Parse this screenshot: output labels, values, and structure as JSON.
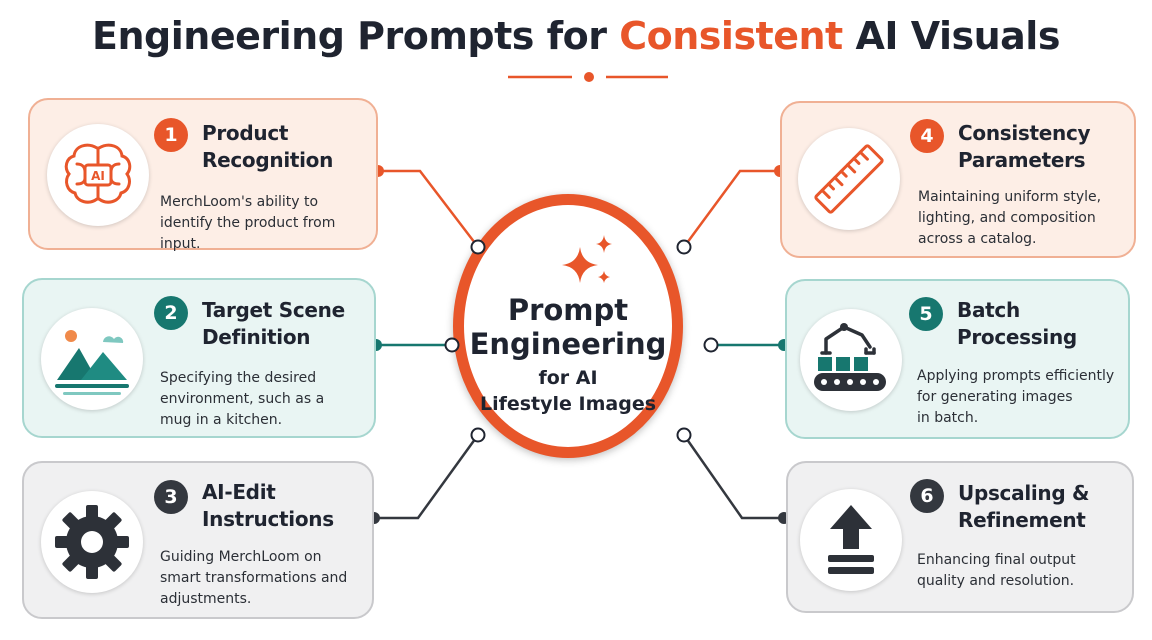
{
  "title": {
    "part1": "Engineering Prompts for ",
    "accent": "Consistent",
    "part2": " AI Visuals"
  },
  "center": {
    "line1": "Prompt",
    "line2": "Engineering",
    "line3": "for AI",
    "line4": "Lifestyle Images"
  },
  "cards": [
    {
      "number": "1",
      "title": [
        "Product",
        "Recognition"
      ],
      "icon": "ai-brain-icon",
      "desc": [
        "MerchLoom's ability to",
        "identify the product from input."
      ]
    },
    {
      "number": "2",
      "title": [
        "Target Scene",
        "Definition"
      ],
      "icon": "landscape-icon",
      "desc": [
        "Specifying the desired",
        "environment, such as a",
        "mug in a kitchen."
      ]
    },
    {
      "number": "3",
      "title": [
        "AI-Edit",
        "Instructions"
      ],
      "icon": "gear-icon",
      "desc": [
        "Guiding MerchLoom on",
        "smart transformations and",
        "adjustments."
      ]
    },
    {
      "number": "4",
      "title": [
        "Consistency",
        "Parameters"
      ],
      "icon": "ruler-icon",
      "desc": [
        "Maintaining uniform style,",
        "lighting, and composition",
        "across a catalog."
      ]
    },
    {
      "number": "5",
      "title": [
        "Batch",
        "Processing"
      ],
      "icon": "robot-arm-conveyor-icon",
      "desc": [
        "Applying prompts efficiently",
        "for generating images",
        "in batch."
      ]
    },
    {
      "number": "6",
      "title": [
        "Upscaling &",
        "Refinement"
      ],
      "icon": "upload-arrow-icon",
      "desc": [
        "Enhancing final output",
        "quality and resolution."
      ]
    }
  ],
  "colors": {
    "accent_orange": "#e8562a",
    "teal": "#17776f",
    "dark": "#34383f",
    "text": "#1f2430"
  }
}
